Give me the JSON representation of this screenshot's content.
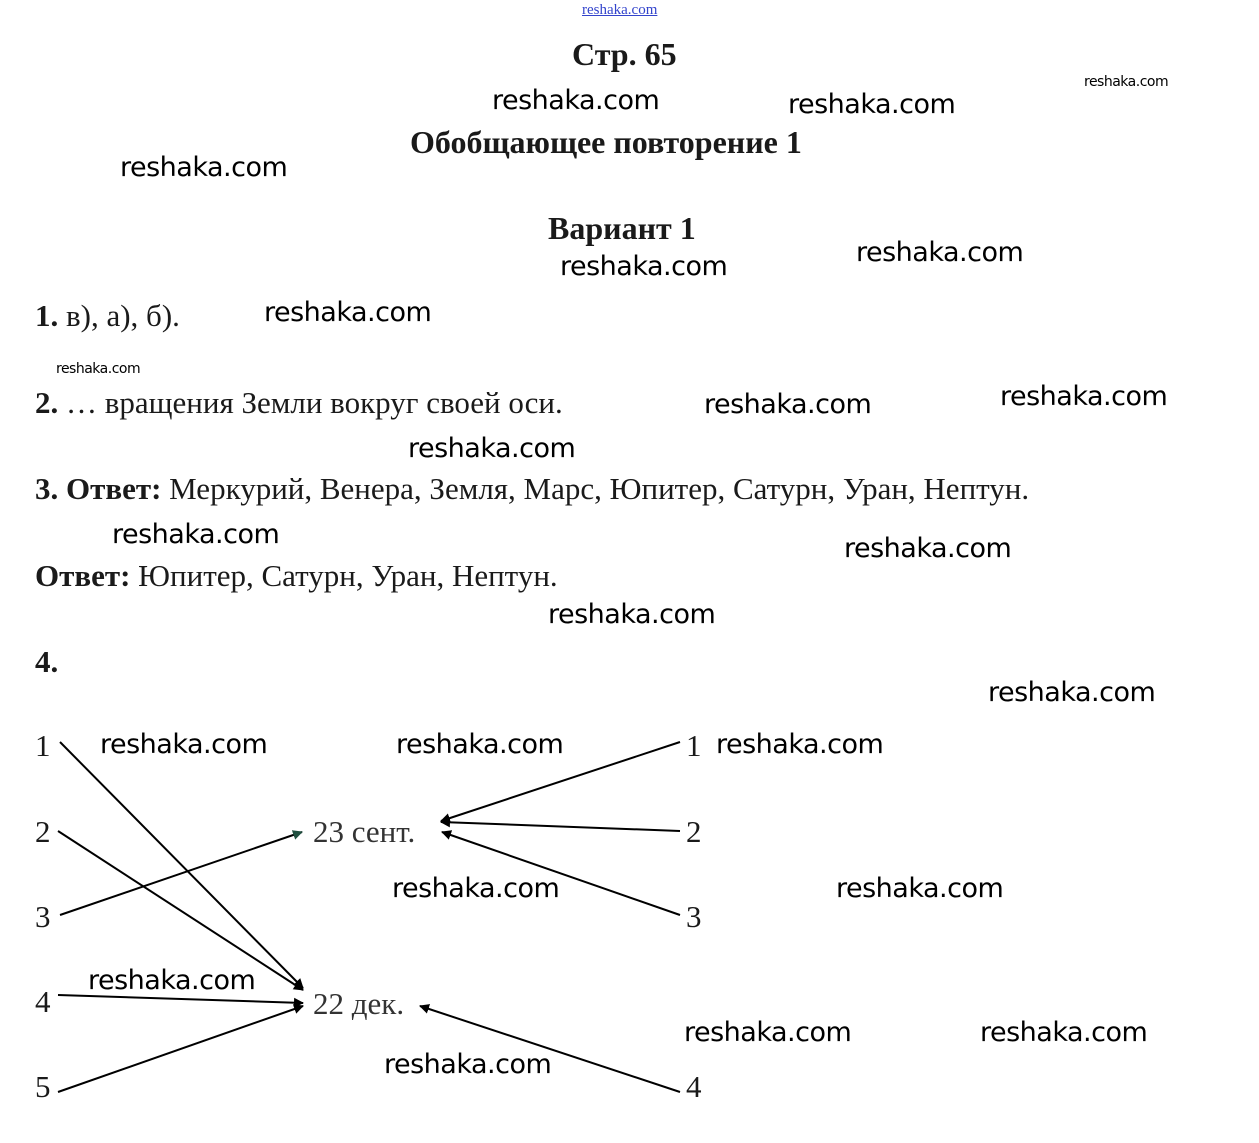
{
  "header": {
    "page": "Стр. 65",
    "title": "Обобщающее повторение 1",
    "variant": "Вариант 1"
  },
  "answers": {
    "q1": {
      "num": "1.",
      "text": "в), а), б)."
    },
    "q2": {
      "num": "2.",
      "text": "… вращения Земли вокруг своей оси."
    },
    "q3": {
      "num": "3.",
      "label": "Ответ:",
      "text": "Меркурий, Венера, Земля, Марс, Юпитер, Сатурн, Уран, Нептун."
    },
    "q3b": {
      "label": "Ответ:",
      "text": "Юпитер, Сатурн, Уран, Нептун."
    },
    "q4": {
      "num": "4."
    }
  },
  "diagram": {
    "left": [
      "1",
      "2",
      "3",
      "4",
      "5"
    ],
    "right": [
      "1",
      "2",
      "3",
      "4"
    ],
    "targets": {
      "sep": "23 сент.",
      "dec": "22 дек."
    }
  },
  "watermark": "reshaka.com"
}
